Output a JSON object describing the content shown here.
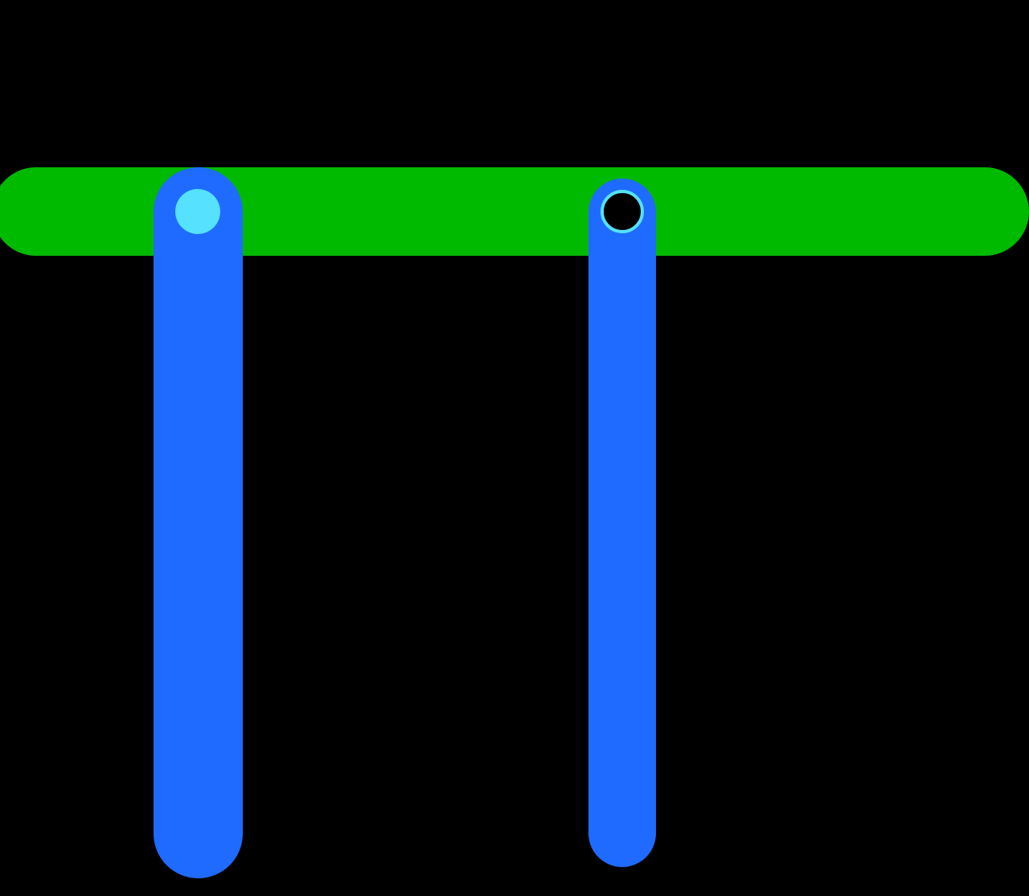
{
  "diagram": {
    "background_color": "#000000",
    "horizontal_bar": {
      "color": "#00ba00"
    },
    "vertical_bars": [
      {
        "name": "left-vertical-bar",
        "color": "#1f6bff"
      },
      {
        "name": "right-vertical-bar",
        "color": "#1f6bff"
      }
    ],
    "junctions": [
      {
        "name": "left-junction",
        "style": "filled",
        "color": "#55e1ff"
      },
      {
        "name": "right-junction",
        "style": "outlined",
        "fill": "#000000",
        "stroke": "#55e1ff"
      }
    ]
  }
}
